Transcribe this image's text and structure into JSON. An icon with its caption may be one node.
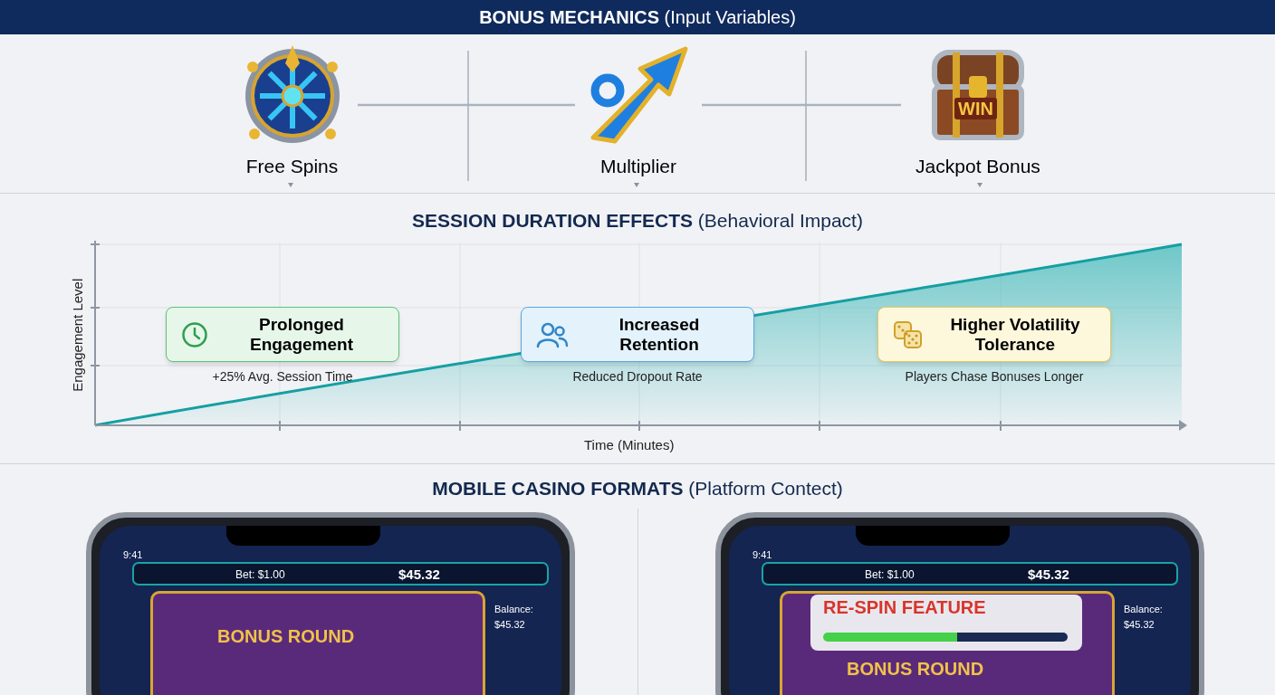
{
  "diagram": {
    "title": "**BONUS MECHANICS** (Input Variables)",
    "nodes": [
      {
        "text": [
          "Free Spins"
        ]
      },
      {
        "text": [
          "Multiplier"
        ]
      },
      {
        "text": [
          "Jackpot Bonus"
        ]
      },
      {
        "text": [
          "Prolonged Engagement"
        ],
        "beside": [
          "+25% Avg. Session Time"
        ]
      },
      {
        "text": [
          "Increased Retention"
        ],
        "beside": [
          "Reduced Dropout Rate"
        ]
      },
      {
        "text": [
          "Higher Volatility Tolerance"
        ],
        "beside": [
          "Players Chase Bonuses Longer"
        ]
      }
    ],
    "edges": [
      {
        "from": 0,
        "to": 1,
        "arrow": "none"
      },
      {
        "from": 1,
        "to": 2,
        "arrow": "none"
      }
    ],
    "labels": [
      "WIN",
      "**SESSION DURATION EFFECTS** (Behavioral Impact)",
      "Engagement Level",
      "Time (Minutes)",
      "**MOBILE CASINO FORMATS** (Platform Contect)",
      "9:41",
      "Bet: $1.00",
      "$45.32",
      "BONUS ROUND",
      "Balance: $45.32",
      "9:41",
      "Bet: $1.00",
      "$45.32",
      "RE-SPIN FEATURE",
      "BONUS ROUND",
      "Balance: $45.32"
    ]
  }
}
